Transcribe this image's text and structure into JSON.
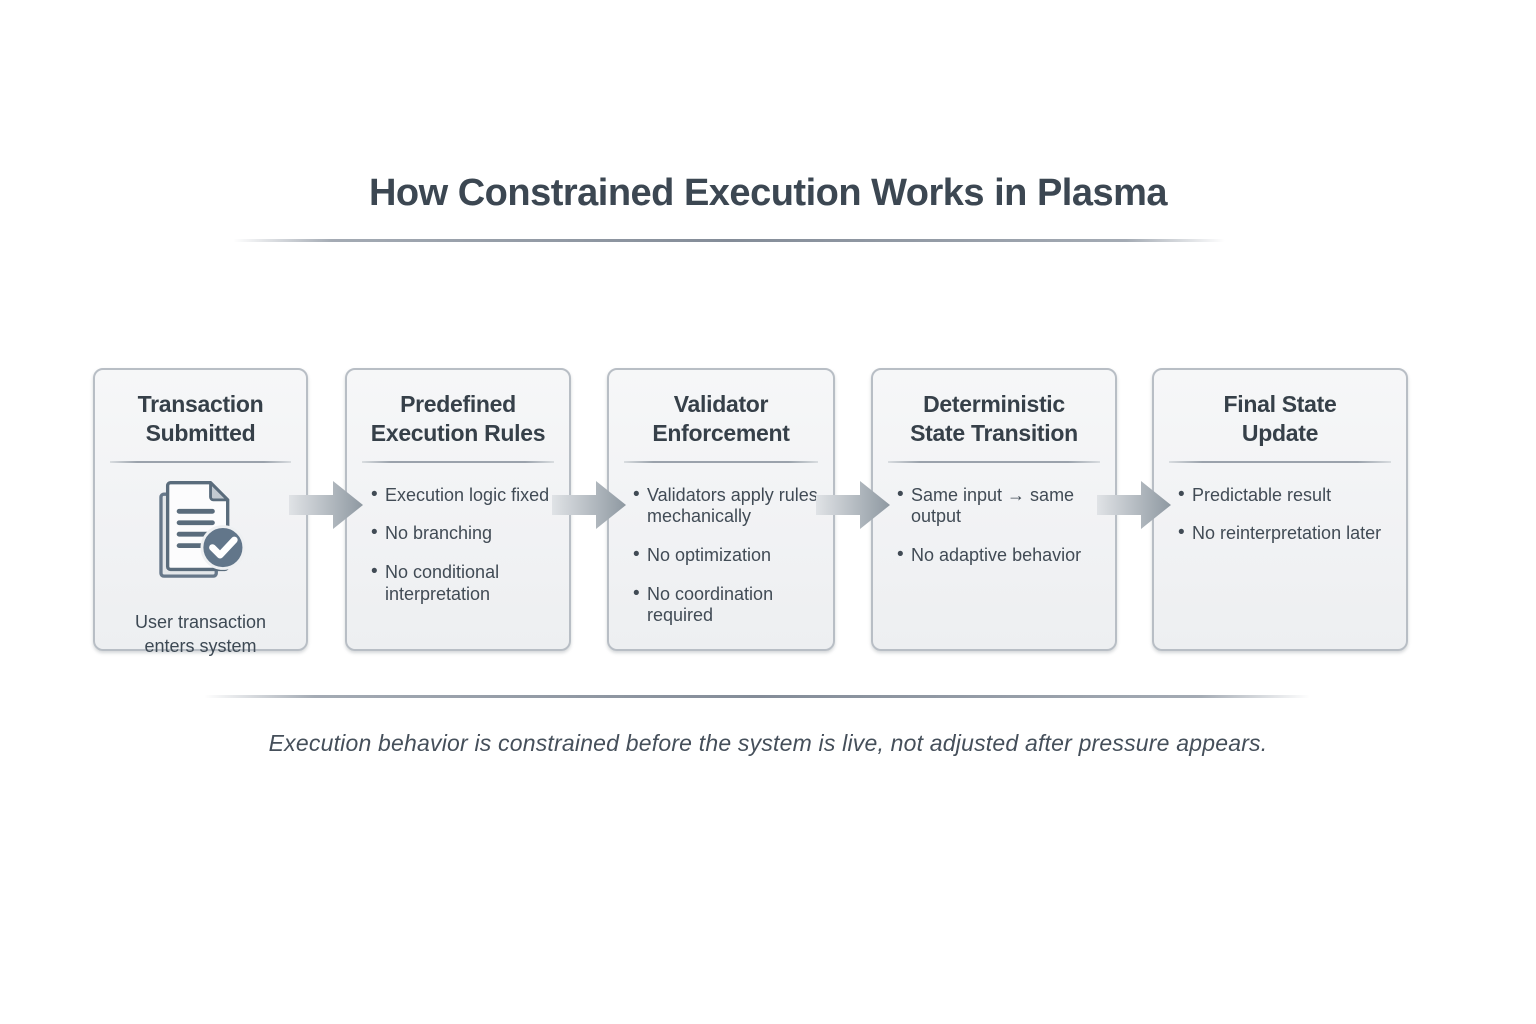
{
  "title": "How Constrained Execution Works in Plasma",
  "footer_note": "Execution behavior is constrained before the system is live, not adjusted after pressure appears.",
  "colors": {
    "background": "#ffffff",
    "title_text": "#3c4752",
    "box_fill": "#f4f5f7",
    "box_border": "#b8bec5",
    "box_title_text": "#364049",
    "bullet_text": "#414b55",
    "divider": "#6e7886",
    "arrow_gradient_start": "#dcdfe2",
    "arrow_gradient_end": "#8e98a1",
    "icon_slate": "#5a6c7c",
    "icon_badge_fill": "#62768a",
    "footer_text": "#454f5a"
  },
  "steps": [
    {
      "title_lines": [
        "Transaction",
        "Submitted"
      ],
      "icon": "document-check-icon",
      "caption": "User transaction enters system",
      "bullets": []
    },
    {
      "title_lines": [
        "Predefined",
        "Execution Rules"
      ],
      "bullets": [
        "Execution logic fixed",
        "No branching",
        "No conditional interpretation"
      ]
    },
    {
      "title_lines": [
        "Validator",
        "Enforcement"
      ],
      "bullets": [
        "Validators apply rules mechanically",
        "No optimization",
        "No coordination required"
      ]
    },
    {
      "title_lines": [
        "Deterministic",
        "State Transition"
      ],
      "bullets": [
        "Same input → same output",
        "No adaptive behavior"
      ]
    },
    {
      "title_lines": [
        "Final State",
        "Update"
      ],
      "bullets": [
        "Predictable result",
        "No reinterpretation later"
      ]
    }
  ],
  "arrows": [
    "flow-arrow",
    "flow-arrow",
    "flow-arrow",
    "flow-arrow"
  ]
}
